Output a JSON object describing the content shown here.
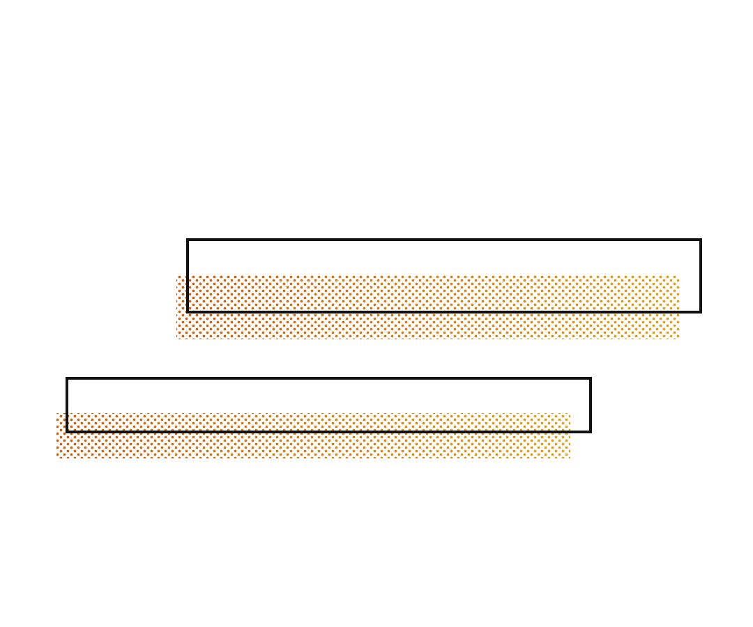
{
  "colors": {
    "background": "#ffffff",
    "outline": "#111111",
    "dot_start": "#c9620f",
    "dot_end": "#dca318"
  },
  "shapes": [
    {
      "name": "upper-bar",
      "kind": "outlined-rectangle-with-dotted-shadow"
    },
    {
      "name": "lower-bar",
      "kind": "outlined-rectangle-with-dotted-shadow"
    }
  ]
}
